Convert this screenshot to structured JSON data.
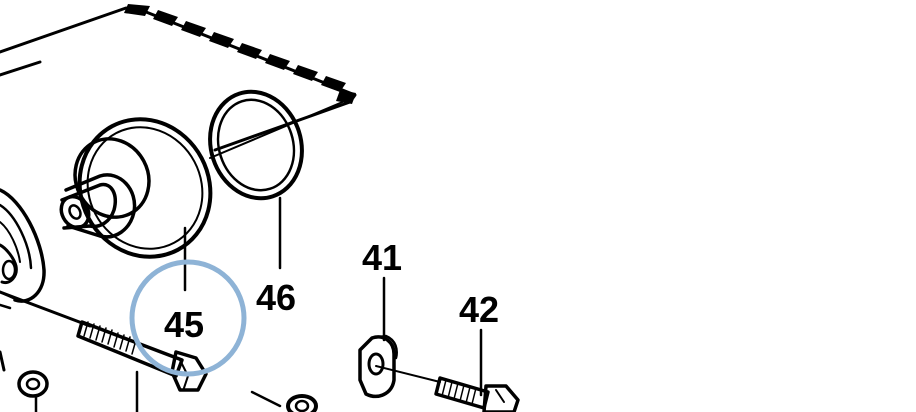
{
  "diagram": {
    "labels": {
      "p41": "41",
      "p42": "42",
      "p45": "45",
      "p46": "46"
    },
    "highlight": {
      "target": "45",
      "color": "#8eb3d6"
    },
    "colors": {
      "ink": "#000000",
      "background": "#ffffff"
    }
  }
}
